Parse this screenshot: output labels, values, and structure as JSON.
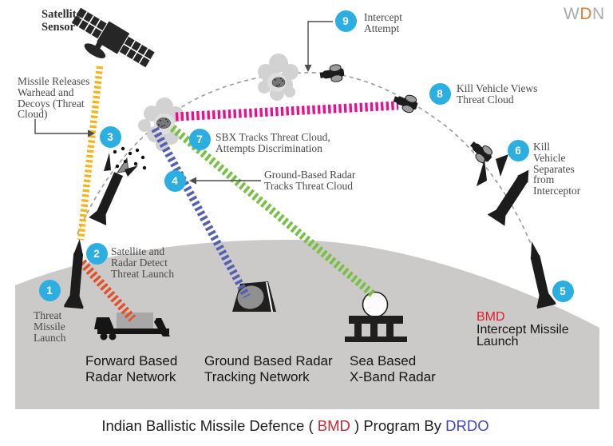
{
  "brand": {
    "w": "W",
    "d": "D",
    "n": "N"
  },
  "satellite_label": {
    "lines": [
      "Satellite",
      "Sensor"
    ]
  },
  "steps": [
    {
      "num": "1",
      "label_lines": [
        "Threat",
        "Missile",
        "Launch"
      ]
    },
    {
      "num": "2",
      "label_lines": [
        "Satellite and",
        "Radar Detect",
        "Threat Launch"
      ]
    },
    {
      "num": "3",
      "label_lines": [
        "Missile Releases",
        "Warhead and",
        "Decoys (Threat",
        "Cloud)"
      ]
    },
    {
      "num": "4",
      "label_lines": [
        "Ground-Based Radar",
        "Tracks Threat Cloud"
      ]
    },
    {
      "num": "5",
      "label_lines": [
        "BMD",
        "Intercept Missile",
        "Launch"
      ]
    },
    {
      "num": "6",
      "label_lines": [
        "Kill",
        "Vehicle",
        "Separates",
        "from",
        "Interceptor"
      ]
    },
    {
      "num": "7",
      "label_lines": [
        "SBX Tracks Threat Cloud,",
        "Attempts Discrimination"
      ]
    },
    {
      "num": "8",
      "label_lines": [
        "Kill Vehicle Views",
        "Threat Cloud"
      ]
    },
    {
      "num": "9",
      "label_lines": [
        "Intercept",
        "Attempt"
      ]
    }
  ],
  "ground_assets": [
    {
      "lines": [
        "Forward Based",
        "Radar Network"
      ]
    },
    {
      "lines": [
        "Ground Based Radar",
        "Tracking Network"
      ]
    },
    {
      "lines": [
        "Sea Based",
        "X-Band Radar"
      ]
    }
  ],
  "caption": {
    "prefix": "Indian Ballistic Missile Defence ( ",
    "bmd": "BMD",
    "middle": " ) Program By ",
    "drdo": "DRDO"
  },
  "colors": {
    "step_badge": "#2CAFE0",
    "satellite_beam": "#F2B51B",
    "forward_radar_beam": "#E2512C",
    "ground_radar_beam": "#5560AE",
    "sbx_beam": "#77C043",
    "kill_vehicle_view_beam": "#E8108E",
    "trajectory": "#9A9A9A",
    "ground": "#CBCAC9",
    "step_bmd_red": "#E21E26",
    "caption_bmd_red": "#C62A39",
    "drdo_blue": "#4343C6",
    "brand_gray": "#ABABAB",
    "brand_orange": "#DD7E33"
  }
}
